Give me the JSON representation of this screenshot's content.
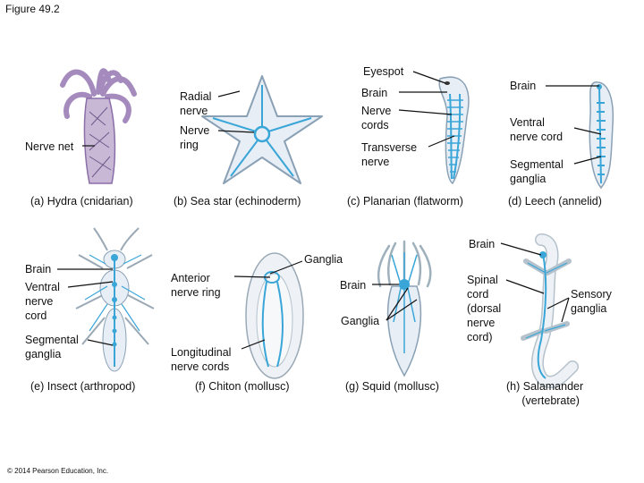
{
  "figure_title": "Figure 49.2",
  "copyright": "© 2014 Pearson Education, Inc.",
  "panels": {
    "hydra": {
      "caption": "(a) Hydra (cnidarian)",
      "labels": {
        "nerve_net": "Nerve net"
      }
    },
    "sea_star": {
      "caption": "(b) Sea star (echinoderm)",
      "labels": {
        "radial_nerve": "Radial\nnerve",
        "nerve_ring": "Nerve\nring"
      }
    },
    "planarian": {
      "caption": "(c) Planarian (flatworm)",
      "labels": {
        "eyespot": "Eyespot",
        "brain": "Brain",
        "nerve_cords": "Nerve\ncords",
        "transverse_nerve": "Transverse\nnerve"
      }
    },
    "leech": {
      "caption": "(d) Leech (annelid)",
      "labels": {
        "brain": "Brain",
        "ventral_nerve_cord": "Ventral\nnerve cord",
        "segmental_ganglia": "Segmental\nganglia"
      }
    },
    "insect": {
      "caption": "(e) Insect (arthropod)",
      "labels": {
        "brain": "Brain",
        "ventral_nerve_cord": "Ventral\nnerve\ncord",
        "segmental_ganglia": "Segmental\nganglia"
      }
    },
    "chiton": {
      "caption": "(f) Chiton (mollusc)",
      "labels": {
        "ganglia": "Ganglia",
        "anterior_nerve_ring": "Anterior\nnerve ring",
        "longitudinal_nerve_cords": "Longitudinal\nnerve cords"
      }
    },
    "squid": {
      "caption": "(g) Squid (mollusc)",
      "labels": {
        "brain": "Brain",
        "ganglia": "Ganglia"
      }
    },
    "salamander": {
      "caption": "(h) Salamander\n     (vertebrate)",
      "labels": {
        "brain": "Brain",
        "spinal_cord": "Spinal\ncord\n(dorsal\nnerve\ncord)",
        "sensory_ganglia": "Sensory\nganglia"
      }
    }
  },
  "colors": {
    "nerve": "#3aa6d8",
    "hydra_body": "#c9b7d6",
    "body": "#e7eef5",
    "outline": "#8aa1b5",
    "leader": "#111111"
  }
}
